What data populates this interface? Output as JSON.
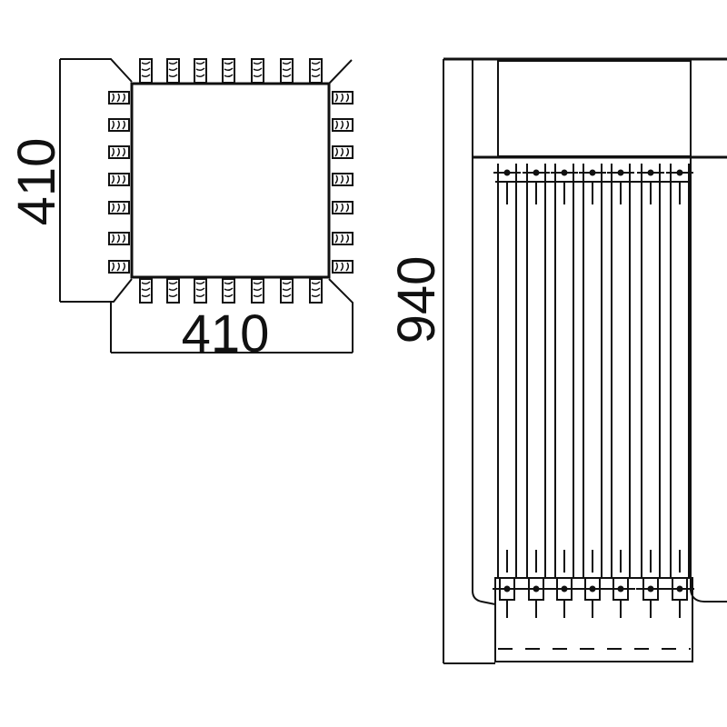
{
  "top_view": {
    "width_label": "410",
    "height_label": "410",
    "pads_per_side": 7
  },
  "side_view": {
    "height_label": "940",
    "rod_count": 7
  },
  "colors": {
    "line": "#111111",
    "background": "#ffffff"
  }
}
